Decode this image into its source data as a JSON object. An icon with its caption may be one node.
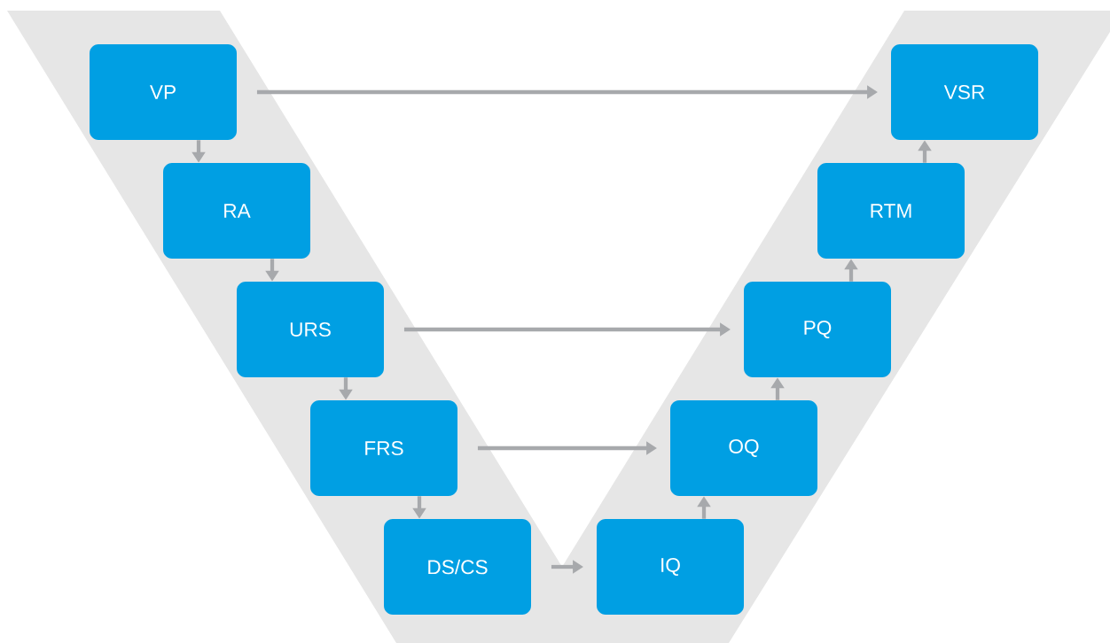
{
  "diagram": {
    "nodes": [
      {
        "text": [
          "VP"
        ]
      },
      {
        "text": [
          "RA"
        ]
      },
      {
        "text": [
          "URS"
        ]
      },
      {
        "text": [
          "FRS"
        ]
      },
      {
        "text": [
          "DS/CS"
        ]
      },
      {
        "text": [
          "IQ"
        ]
      },
      {
        "text": [
          "OQ"
        ]
      },
      {
        "text": [
          "PQ"
        ]
      },
      {
        "text": [
          "RTM"
        ]
      },
      {
        "text": [
          "VSR"
        ]
      }
    ],
    "edges": [
      {
        "from": 0,
        "to": 1,
        "arrow": "to"
      },
      {
        "from": 1,
        "to": 2,
        "arrow": "to"
      },
      {
        "from": 2,
        "to": 3,
        "arrow": "to"
      },
      {
        "from": 3,
        "to": 4,
        "arrow": "to"
      },
      {
        "from": 4,
        "to": 5,
        "arrow": "to"
      },
      {
        "from": 5,
        "to": 6,
        "arrow": "to"
      },
      {
        "from": 6,
        "to": 7,
        "arrow": "to"
      },
      {
        "from": 7,
        "to": 8,
        "arrow": "to"
      },
      {
        "from": 8,
        "to": 9,
        "arrow": "to"
      },
      {
        "from": 0,
        "to": 9,
        "arrow": "to"
      },
      {
        "from": 2,
        "to": 7,
        "arrow": "to"
      },
      {
        "from": 3,
        "to": 6,
        "arrow": "to"
      }
    ]
  }
}
